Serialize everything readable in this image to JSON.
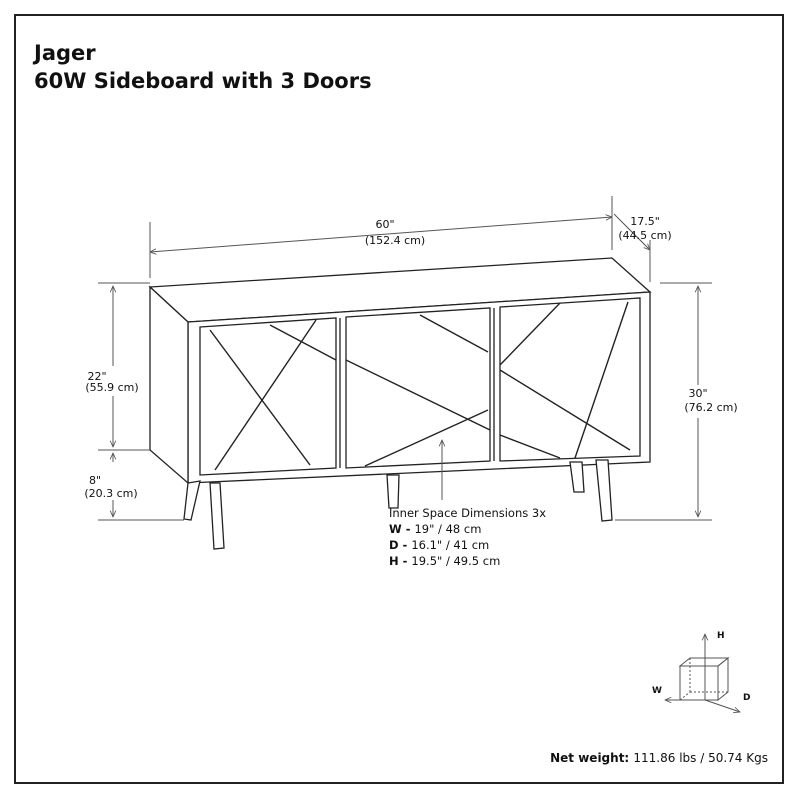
{
  "header": {
    "brand": "Jager",
    "product": "60W Sideboard with 3 Doors"
  },
  "dimensions": {
    "width_in": "60\"",
    "width_cm": "(152.4 cm)",
    "depth_in": "17.5\"",
    "depth_cm": "(44.5 cm)",
    "body_height_in": "22\"",
    "body_height_cm": "(55.9 cm)",
    "leg_height_in": "8\"",
    "leg_height_cm": "(20.3 cm)",
    "total_height_in": "30\"",
    "total_height_cm": "(76.2 cm)"
  },
  "inner_space": {
    "title": "Inner Space Dimensions 3x",
    "w_label": "W - ",
    "w_value": "19\" / 48 cm",
    "d_label": "D - ",
    "d_value": "16.1\" / 41 cm",
    "h_label": "H - ",
    "h_value": "19.5\" / 49.5 cm"
  },
  "axes": {
    "h": "H",
    "w": "W",
    "d": "D"
  },
  "footer": {
    "label": "Net weight: ",
    "value": "111.86 lbs / 50.74 Kgs"
  },
  "colors": {
    "line": "#222222",
    "dim_line": "#555555"
  }
}
